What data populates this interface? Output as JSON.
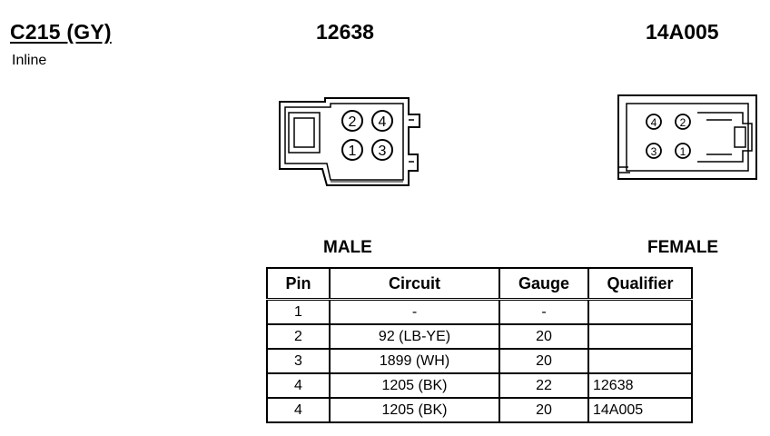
{
  "header": {
    "connector_id": "C215 (GY)",
    "connector_type": "Inline",
    "part_male": "12638",
    "part_female": "14A005"
  },
  "labels": {
    "male": "MALE",
    "female": "FEMALE"
  },
  "male_connector": {
    "pins": [
      "2",
      "4",
      "1",
      "3"
    ]
  },
  "female_connector": {
    "pins": [
      "4",
      "2",
      "3",
      "1"
    ]
  },
  "pin_table": {
    "headers": [
      "Pin",
      "Circuit",
      "Gauge",
      "Qualifier"
    ],
    "rows": [
      [
        "1",
        "-",
        "-",
        ""
      ],
      [
        "2",
        "92 (LB-YE)",
        "20",
        ""
      ],
      [
        "3",
        "1899 (WH)",
        "20",
        ""
      ],
      [
        "4",
        "1205 (BK)",
        "22",
        "12638"
      ],
      [
        "4",
        "1205 (BK)",
        "20",
        "14A005"
      ]
    ]
  }
}
